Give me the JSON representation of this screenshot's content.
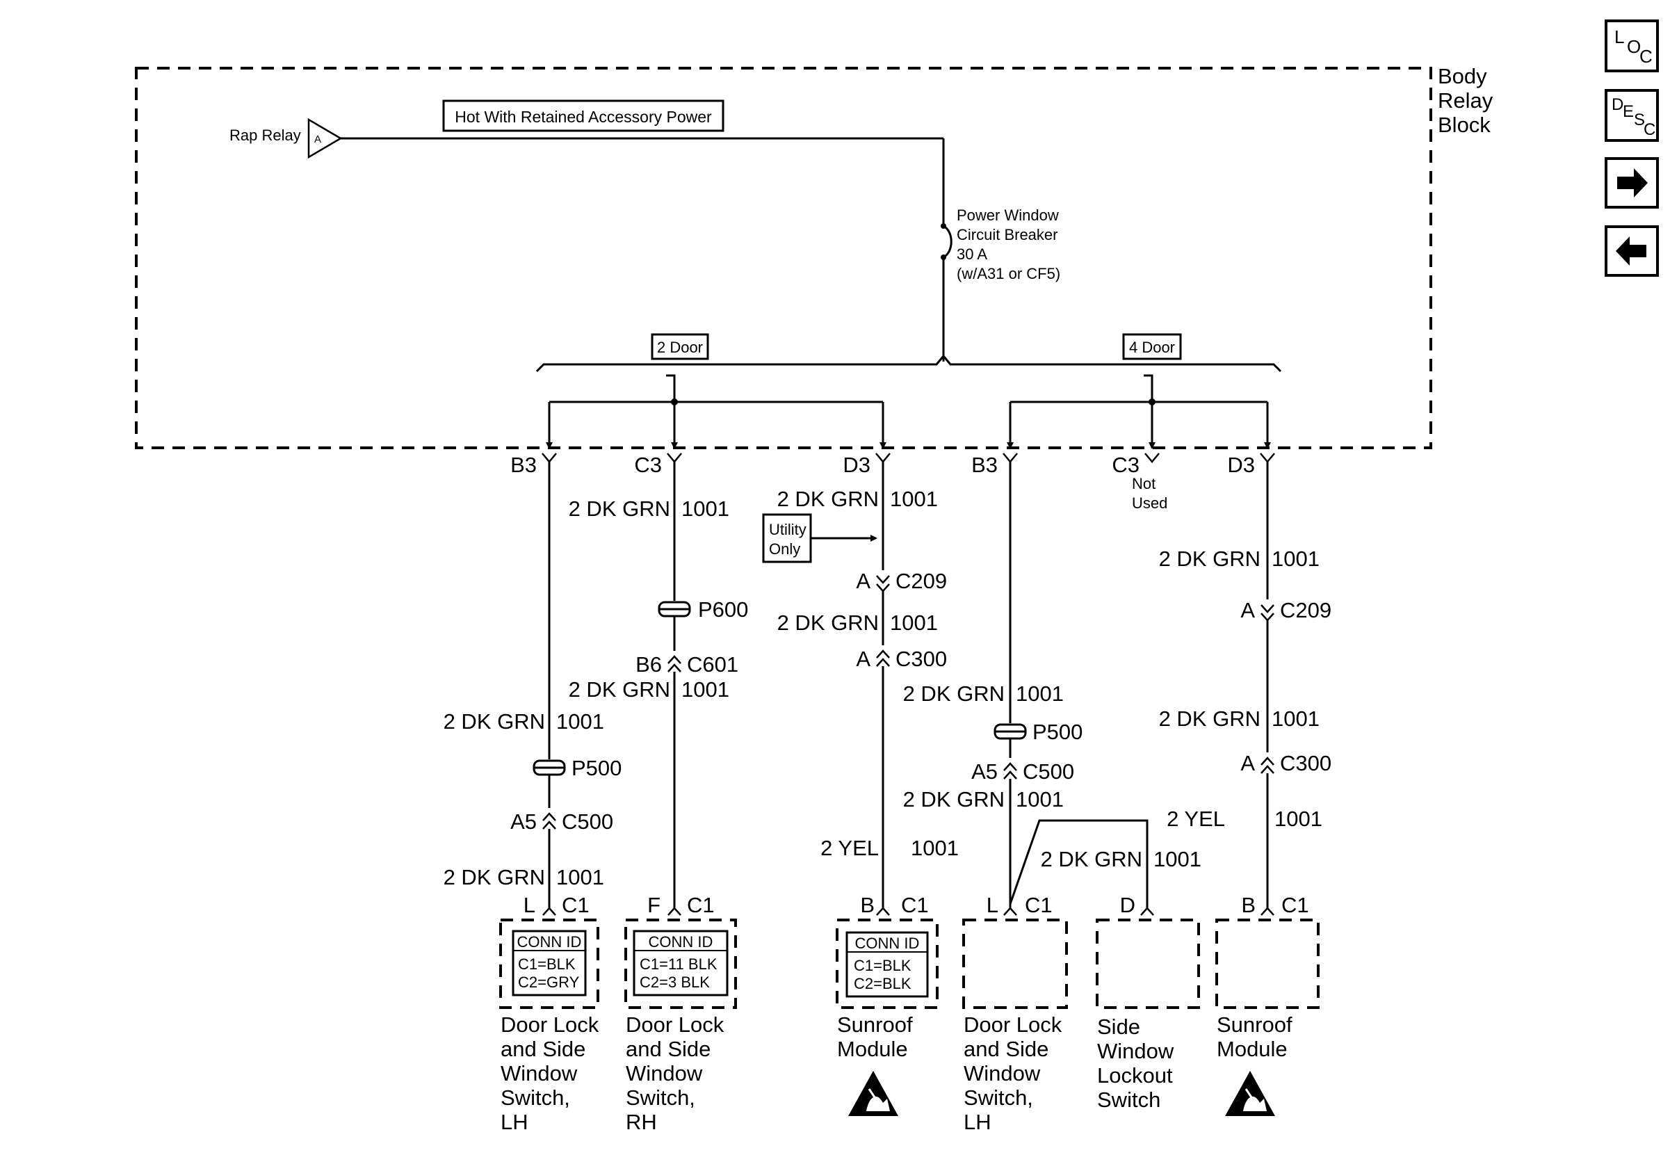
{
  "block": {
    "title_lines": [
      "Body",
      "Relay",
      "Block"
    ]
  },
  "hot_label": "Hot With Retained Accessory Power",
  "rap_relay": {
    "label": "Rap Relay",
    "pin": "A"
  },
  "circuit_breaker": {
    "lines": [
      "Power Window",
      "Circuit Breaker",
      "30 A",
      "(w/A31 or CF5)"
    ]
  },
  "groups": {
    "two_door": "2 Door",
    "four_door": "4 Door"
  },
  "terminals": {
    "t1": "B3",
    "t2": "C3",
    "t3": "D3",
    "t4": "B3",
    "t5": "C3",
    "t6": "D3",
    "not_used": [
      "Not",
      "Used"
    ]
  },
  "utility": {
    "lines": [
      "Utility",
      "Only"
    ]
  },
  "wires": {
    "w1a": "2 DK GRN",
    "w1a_n": "1001",
    "w1b": "2 DK GRN",
    "w1b_n": "1001",
    "w2a": "2 DK GRN",
    "w2a_n": "1001",
    "w2b": "2 DK GRN",
    "w2b_n": "1001",
    "w3a": "2 DK GRN",
    "w3a_n": "1001",
    "w3b": "2 DK GRN",
    "w3b_n": "1001",
    "w3c": "2 YEL",
    "w3c_n": "1001",
    "w4a": "2 DK GRN",
    "w4a_n": "1001",
    "w4b": "2 DK GRN",
    "w4b_n": "1001",
    "w4c": "2 DK GRN",
    "w4c_n": "1001",
    "w6a": "2 DK GRN",
    "w6a_n": "1001",
    "w6b": "2 DK GRN",
    "w6b_n": "1001",
    "w6c": "2 YEL",
    "w6c_n": "1001"
  },
  "splices": {
    "s1": "P500",
    "s2": "P600",
    "s4": "P500"
  },
  "connectors": {
    "c1_pin": "A5",
    "c1_id": "C500",
    "c2_pin": "B6",
    "c2_id": "C601",
    "c3a_pin": "A",
    "c3a_id": "C209",
    "c3b_pin": "A",
    "c3b_id": "C300",
    "c4_pin": "A5",
    "c4_id": "C500",
    "c6a_pin": "A",
    "c6a_id": "C209",
    "c6b_pin": "A",
    "c6b_id": "C300"
  },
  "components": [
    {
      "pin": "L",
      "conn": "C1",
      "id_title": "CONN ID",
      "id_lines": [
        "C1=BLK",
        "C2=GRY"
      ],
      "name_lines": [
        "Door Lock",
        "and Side",
        "Window",
        "Switch,",
        "LH"
      ]
    },
    {
      "pin": "F",
      "conn": "C1",
      "id_title": "CONN ID",
      "id_lines": [
        "C1=11 BLK",
        "C2=3 BLK"
      ],
      "name_lines": [
        "Door Lock",
        "and Side",
        "Window",
        "Switch,",
        "RH"
      ]
    },
    {
      "pin": "B",
      "conn": "C1",
      "id_title": "CONN ID",
      "id_lines": [
        "C1=BLK",
        "C2=BLK"
      ],
      "name_lines": [
        "Sunroof",
        "Module"
      ]
    },
    {
      "pin": "L",
      "conn": "C1",
      "name_lines": [
        "Door Lock",
        "and Side",
        "Window",
        "Switch,",
        "LH"
      ]
    },
    {
      "pin": "D",
      "conn": "",
      "name_lines": [
        "Side",
        "Window",
        "Lockout",
        "Switch"
      ]
    },
    {
      "pin": "B",
      "conn": "C1",
      "name_lines": [
        "Sunroof",
        "Module"
      ]
    }
  ],
  "nav": {
    "loc_letters": [
      "L",
      "O",
      "C"
    ],
    "desc_letters": [
      "D",
      "E",
      "S",
      "C"
    ],
    "next_icon": "right-arrow-icon",
    "prev_icon": "left-arrow-icon"
  }
}
